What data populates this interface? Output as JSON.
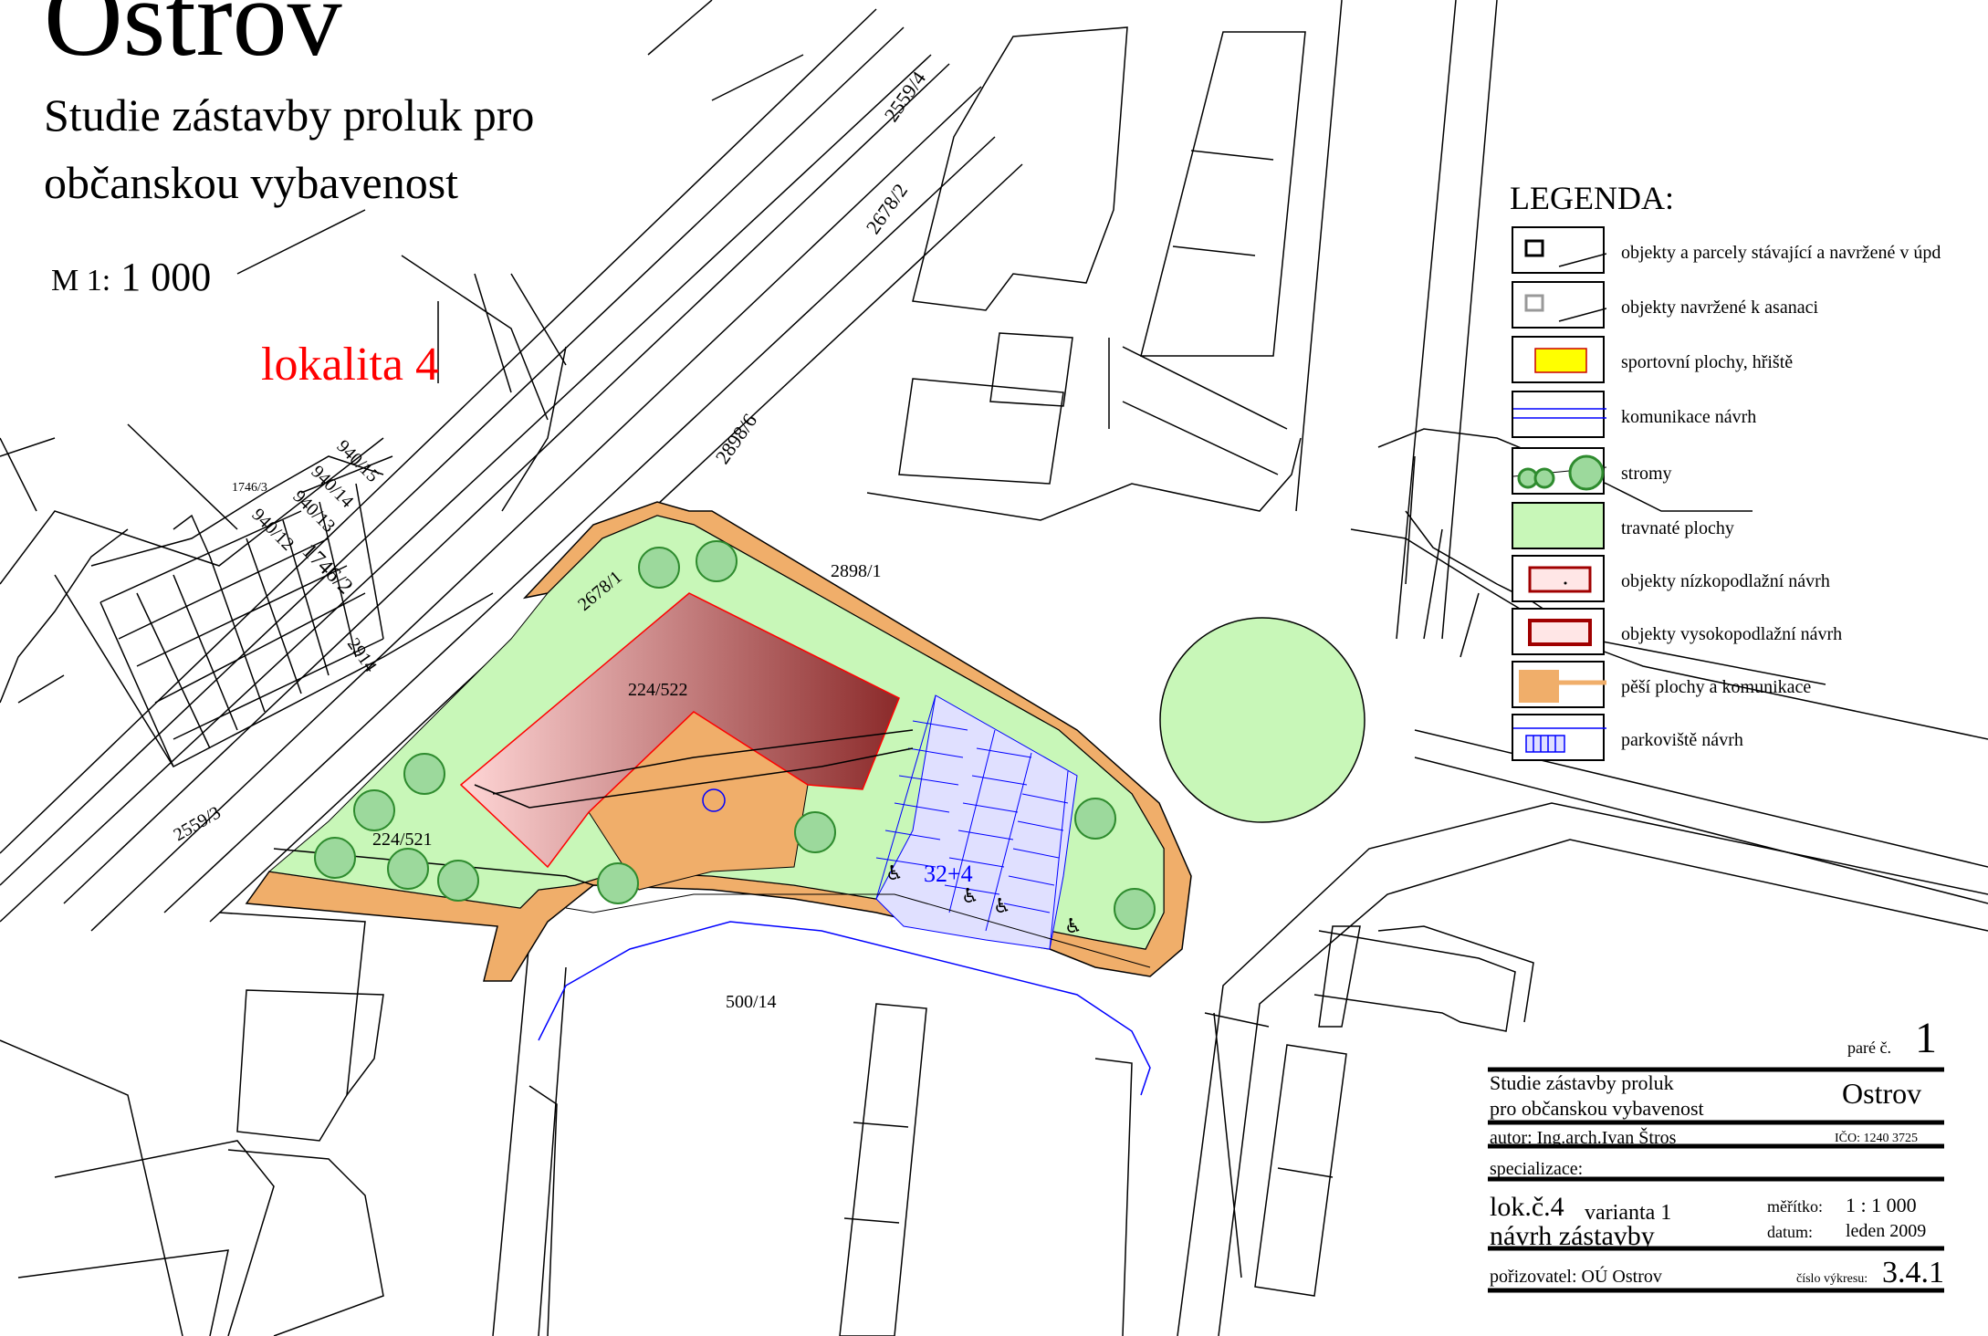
{
  "title": "Ostrov",
  "subtitle_line1": "Studie zástavby proluk pro",
  "subtitle_line2": "občanskou vybavenost",
  "scale_prefix": "M 1:",
  "scale_value": "1 000",
  "locality": "lokalita 4",
  "legend": {
    "title": "LEGENDA:",
    "items": [
      {
        "label": "objekty a parcely stávající a navržené v úpd",
        "icon": "existing-building-icon"
      },
      {
        "label": "objekty navržené k asanaci",
        "icon": "demolition-building-icon"
      },
      {
        "label": "sportovní plochy, hřiště",
        "icon": "sports-area-icon",
        "color": "#ffff00"
      },
      {
        "label": "komunikace návrh",
        "icon": "road-proposal-icon",
        "color": "#0000ff"
      },
      {
        "label": "stromy",
        "icon": "trees-icon",
        "color": "#2e8b2e"
      },
      {
        "label": "travnaté plochy",
        "icon": "grass-area-icon",
        "color": "#c8f7b8"
      },
      {
        "label": "objekty nízkopodlažní návrh",
        "icon": "lowrise-building-icon",
        "color": "#a00000"
      },
      {
        "label": "objekty vysokopodlažní návrh",
        "icon": "highrise-building-icon",
        "color": "#a00000"
      },
      {
        "label": "pěší plochy a komunikace",
        "icon": "pedestrian-area-icon",
        "color": "#f0ae6a"
      },
      {
        "label": "parkoviště návrh",
        "icon": "parking-icon",
        "color": "#0000ff"
      }
    ]
  },
  "map_labels": {
    "road_2559_4": "2559/4",
    "road_2678_2": "2678/2",
    "road_2898_6": "2898/6",
    "road_2678_1": "2678/1",
    "road_2898_1": "2898/1",
    "road_2559_3": "2559/3",
    "parcel_224_522": "224/522",
    "parcel_224_521": "224/521",
    "parcel_500_14": "500/14",
    "parking_count": "32+4",
    "parcel_1746_3": "1746/3",
    "parcel_940_15": "940/15",
    "parcel_940_14": "940/14",
    "parcel_940_13": "940/13",
    "parcel_940_12": "940/12",
    "parcel_1746_2": "1746/2",
    "parcel_2914": "2914"
  },
  "title_block": {
    "sheet_label": "paré č.",
    "sheet_number": "1",
    "project_line1": "Studie zástavby proluk",
    "project_line2": "pro občanskou vybavenost",
    "city": "Ostrov",
    "author": "autor: Ing.arch.Ivan Štros",
    "ico": "IČO: 1240 3725",
    "specialization": "specializace:",
    "variant_lok": "lok.č.4",
    "variant_name": "varianta 1",
    "design_type": "návrh zástavby",
    "scale_label": "měřítko:",
    "scale_value": "1 : 1 000",
    "date_label": "datum:",
    "date_value": "leden 2009",
    "procurer": "pořizovatel: OÚ Ostrov",
    "drawing_label": "číslo výkresu:",
    "drawing_number": "3.4.1"
  }
}
